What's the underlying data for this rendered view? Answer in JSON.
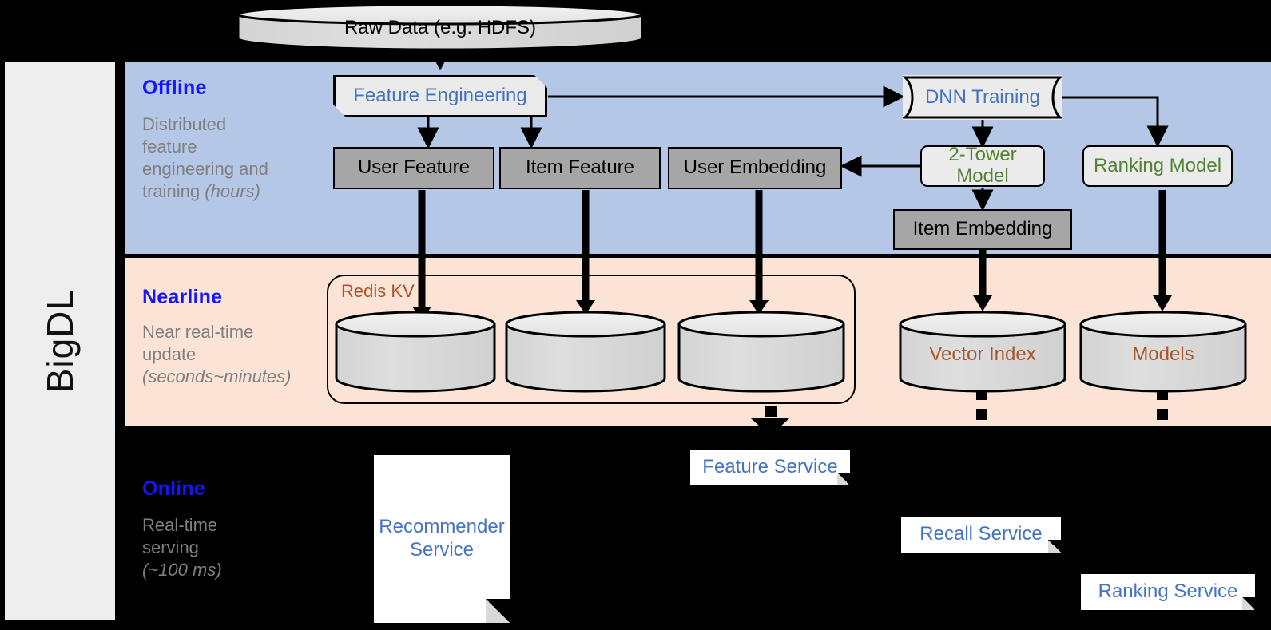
{
  "rail": {
    "label": "BigDL"
  },
  "source": {
    "label": "Raw Data (e.g. HDFS)"
  },
  "stages": [
    {
      "id": "offline",
      "title": "Offline",
      "desc_line1": "Distributed",
      "desc_line2": "feature",
      "desc_line3": "engineering and",
      "desc_line4": "training ",
      "desc_em": "(hours)"
    },
    {
      "id": "nearline",
      "title": "Nearline",
      "desc_line1": "Near real-time",
      "desc_line2": "update",
      "desc_line3": "",
      "desc_line4": "",
      "desc_em": "(seconds~minutes)"
    },
    {
      "id": "online",
      "title": "Online",
      "desc_line1": "Real-time",
      "desc_line2": "serving",
      "desc_line3": "",
      "desc_line4": "",
      "desc_em": "(~100 ms)"
    }
  ],
  "offline": {
    "feature_engineering": "Feature Engineering",
    "dnn_training": "DNN Training",
    "user_feature": "User Feature",
    "item_feature": "Item Feature",
    "user_embedding": "User Embedding",
    "two_tower_model": "2-Tower Model",
    "ranking_model": "Ranking Model",
    "item_embedding": "Item Embedding"
  },
  "nearline": {
    "redis_label": "Redis KV",
    "store_1": "",
    "store_2": "",
    "store_3": "",
    "vector_index": "Vector Index",
    "models": "Models"
  },
  "online": {
    "recommender_service": "Recommender Service",
    "feature_service": "Feature Service",
    "recall_service": "Recall Service",
    "ranking_service": "Ranking Service"
  },
  "colors": {
    "offline_bg": "#b4c7e7",
    "nearline_bg": "#fbe4d5",
    "online_bg": "#000000",
    "stage_title": "#1414ff",
    "stage_desc": "#7f7f7f",
    "blue_text": "#4472c4",
    "green_text": "#548235",
    "brown_text": "#a9542a",
    "gray_box": "#a6a6a6",
    "light_box": "#ebebeb",
    "rail_bg": "#eeeeee"
  }
}
